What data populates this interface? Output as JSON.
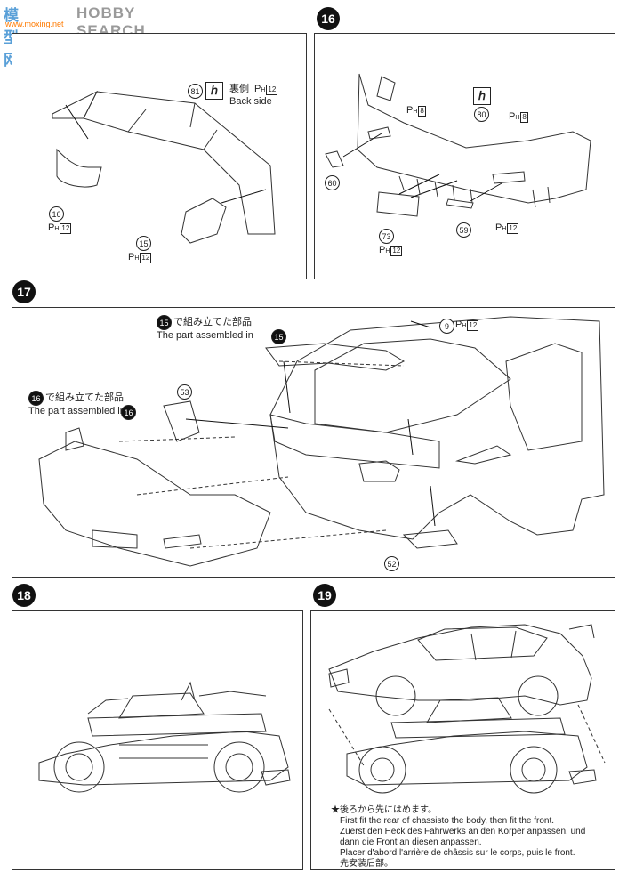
{
  "watermark": {
    "logo": "模型网",
    "site": "www.moxing.net",
    "search": "HOBBY SEARCH"
  },
  "steps": [
    {
      "number": "",
      "parts": [
        {
          "num": "81",
          "filled": false
        },
        {
          "num": "16",
          "filled": false
        },
        {
          "num": "15",
          "filled": false
        }
      ],
      "paint_label": "裏側",
      "back_side": "Back side",
      "codes": [
        "12",
        "12",
        "12"
      ]
    },
    {
      "number": "16",
      "parts": [
        {
          "num": "80",
          "filled": false
        },
        {
          "num": "60",
          "filled": false
        },
        {
          "num": "73",
          "filled": false
        },
        {
          "num": "59",
          "filled": false
        }
      ],
      "codes": [
        "8",
        "8",
        "12",
        "12"
      ]
    },
    {
      "number": "17",
      "parts": [
        {
          "num": "15",
          "filled": true
        },
        {
          "num": "16",
          "filled": true
        },
        {
          "num": "9",
          "filled": false
        },
        {
          "num": "53",
          "filled": false
        },
        {
          "num": "52",
          "filled": false
        }
      ],
      "assembled_jp": "で組み立てた部品",
      "assembled_en": "The part assembled in",
      "codes": [
        "12"
      ]
    },
    {
      "number": "18"
    },
    {
      "number": "19",
      "instructions": [
        "★後ろから先にはめます。",
        "First fit the rear of chassisto the body, then fit the front.",
        "Zuerst den Heck des Fahrwerks an den Körper anpassen, und",
        "dann die Front an diesen anpassen.",
        "Placer d'abord l'arrière de châssis sur le corps, puis le front.",
        "先安装后部。"
      ]
    }
  ],
  "ph": {
    "p": "P",
    "h": "H"
  }
}
